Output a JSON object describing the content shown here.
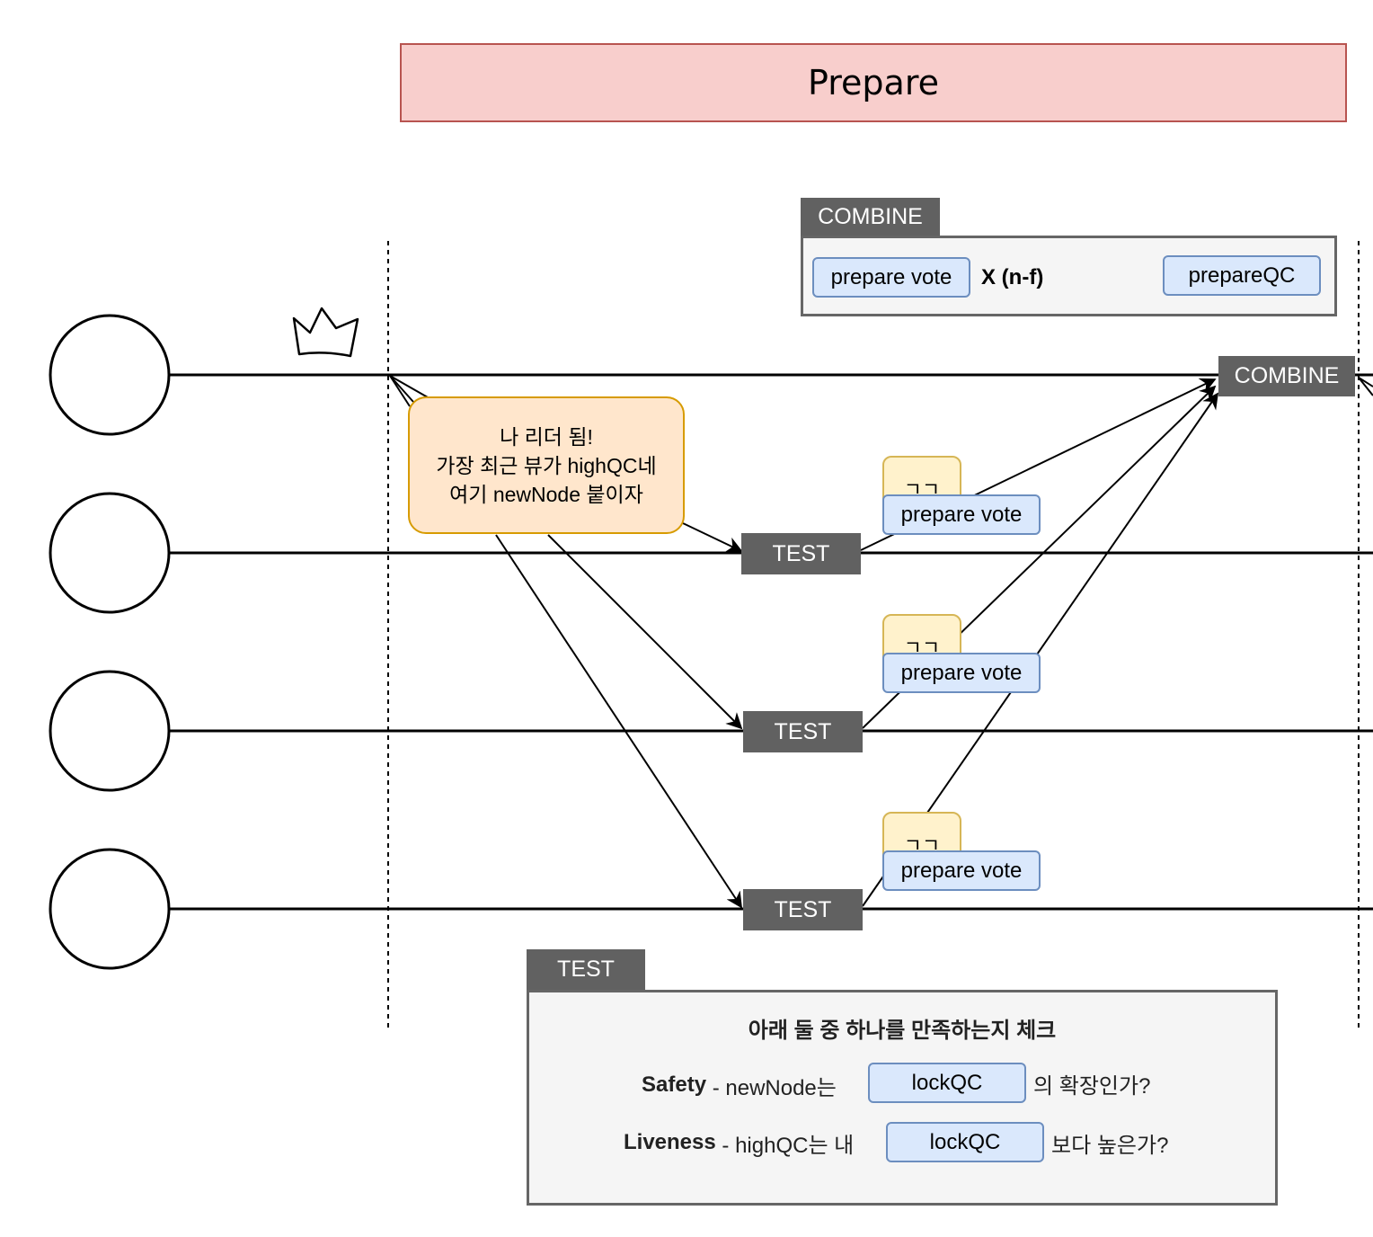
{
  "header": {
    "title": "Prepare"
  },
  "combine_legend": {
    "tag": "COMBINE",
    "vote_label": "prepare vote",
    "multiplier": "X (n-f)",
    "result_label": "prepareQC"
  },
  "combine_step": {
    "label": "COMBINE"
  },
  "leader_bubble": {
    "line1": "나 리더 됨!",
    "line2": "가장 최근 뷰가 highQC네",
    "line3": "여기 newNode 붙이자"
  },
  "test_steps": [
    "TEST",
    "TEST",
    "TEST"
  ],
  "votes": [
    {
      "note": "ㄱㄱ",
      "label": "prepare vote"
    },
    {
      "note": "ㄱㄱ",
      "label": "prepare vote"
    },
    {
      "note": "ㄱㄱ",
      "label": "prepare vote"
    }
  ],
  "test_legend": {
    "tag": "TEST",
    "heading": "아래 둘 중 하나를 만족하는지 체크",
    "safety_bold": "Safety",
    "safety_text": " - newNode는",
    "safety_qc": "lockQC",
    "safety_suffix": "의 확장인가?",
    "liveness_bold": "Liveness",
    "liveness_text": " - highQC는 내",
    "liveness_qc": "lockQC",
    "liveness_suffix": "보다 높은가?"
  },
  "icons": {
    "leader": "crown-icon"
  },
  "colors": {
    "title_fill": "#f8cecc",
    "title_stroke": "#b85450",
    "tag_fill": "#616161",
    "panel_fill": "#f5f5f5",
    "qc_fill": "#dae8fc",
    "qc_stroke": "#6c8ebf",
    "note_fill": "#fff2cc",
    "note_stroke": "#d6b656",
    "bubble_fill": "#ffe6cc",
    "bubble_stroke": "#d79b00"
  }
}
